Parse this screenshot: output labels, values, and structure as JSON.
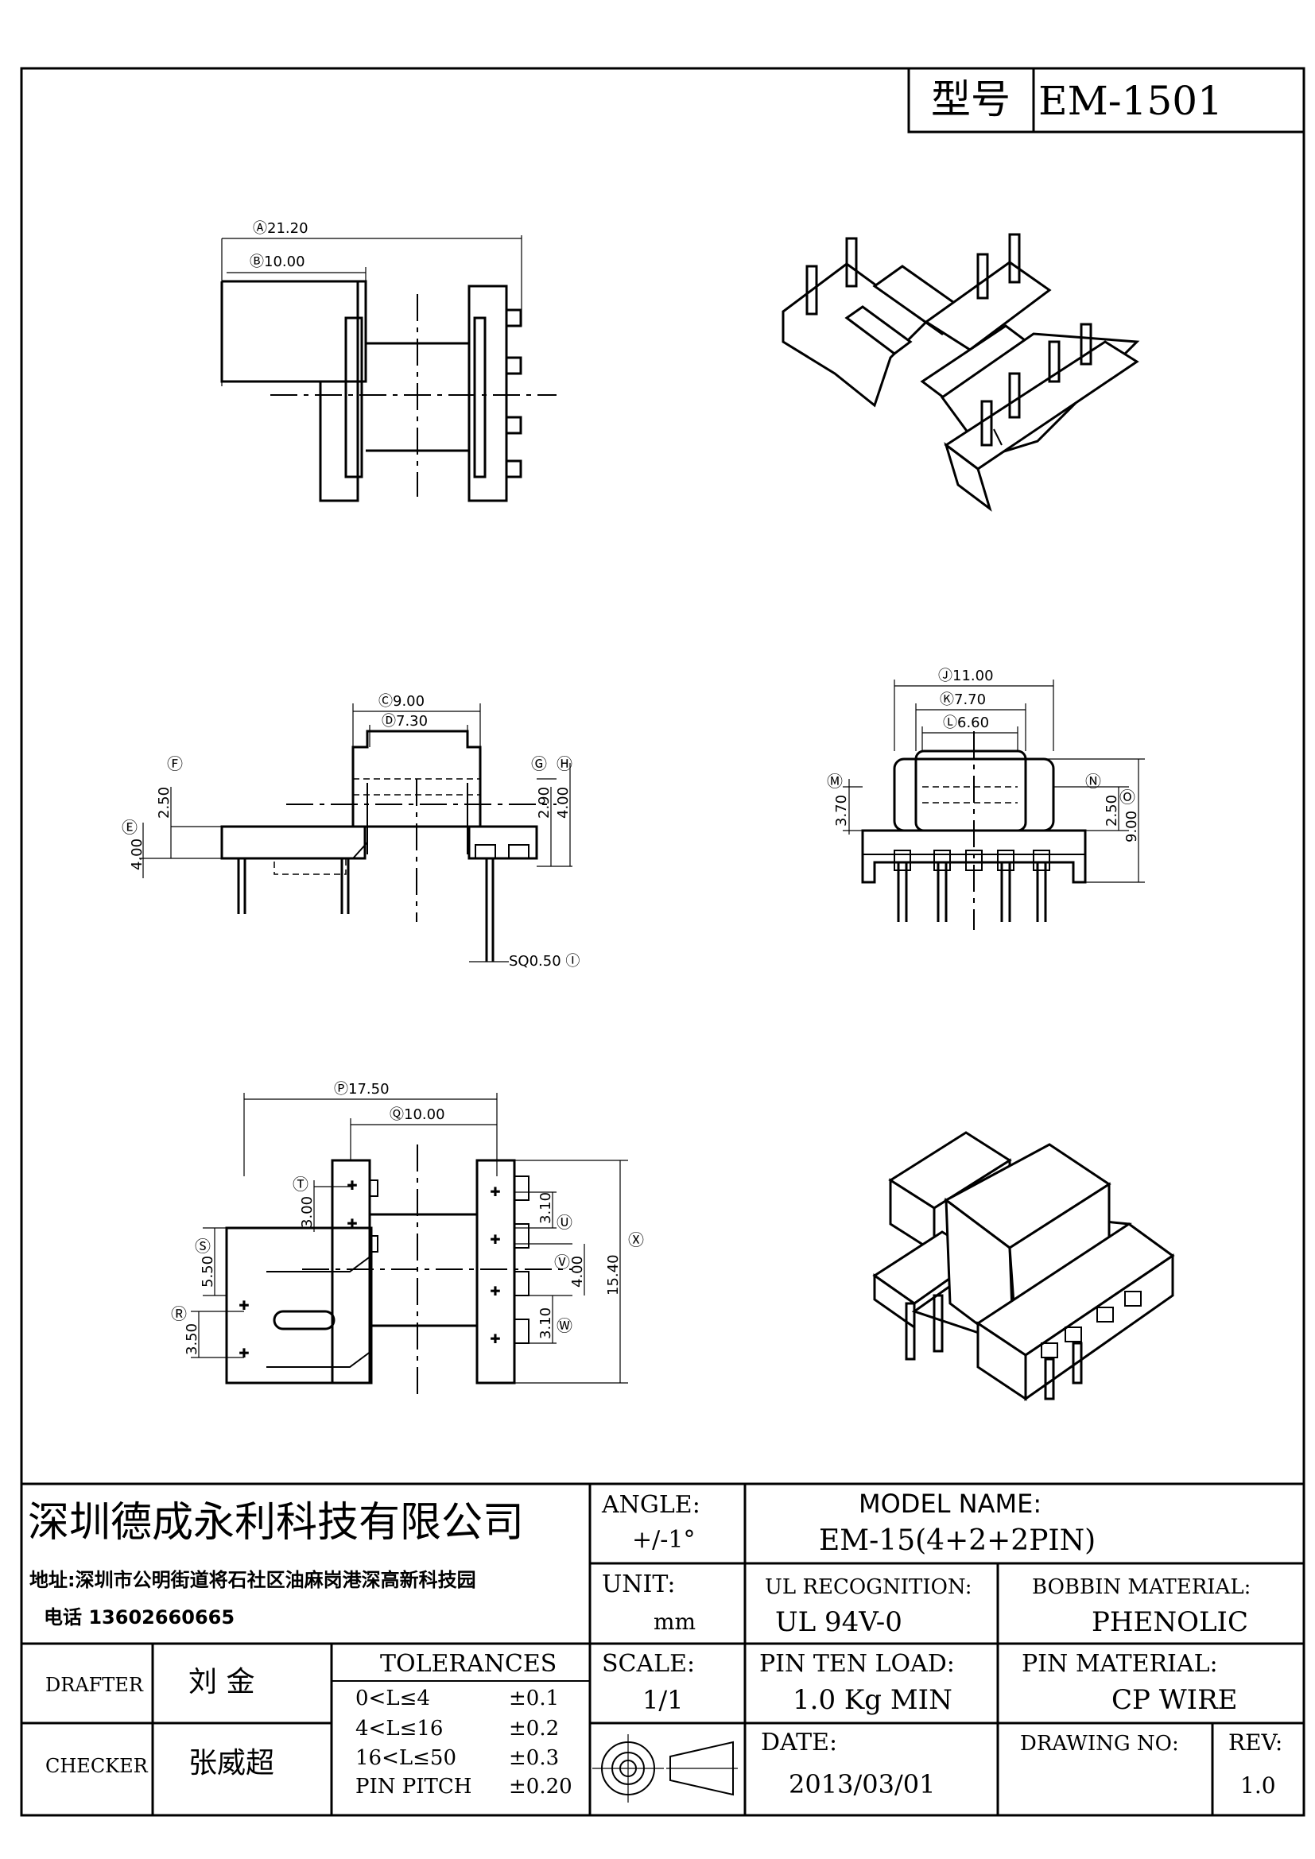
{
  "header": {
    "model_label": "型号",
    "model_value": "EM-1501"
  },
  "dims": {
    "a": "Ⓐ21.20",
    "b": "Ⓑ10.00",
    "c": "Ⓒ9.00",
    "d": "Ⓓ7.30",
    "e": "Ⓔ",
    "e_val": "4.00",
    "f": "Ⓕ",
    "f_val": "2.50",
    "g": "Ⓖ",
    "g_val": "2.90",
    "h": "Ⓗ",
    "h_val": "4.00",
    "i": "SQ0.50 Ⓘ",
    "j": "Ⓙ11.00",
    "k": "Ⓚ7.70",
    "l": "Ⓛ6.60",
    "m": "Ⓜ",
    "m_val": "3.70",
    "n": "Ⓝ",
    "n_val": "2.50",
    "o": "Ⓞ",
    "o_val": "9.00",
    "p": "Ⓟ17.50",
    "q": "Ⓠ10.00",
    "r": "Ⓡ",
    "r_val": "3.50",
    "s": "Ⓢ",
    "s_val": "5.50",
    "t": "Ⓣ",
    "t_val": "3.00",
    "u": "Ⓤ",
    "u_val": "3.10",
    "v": "Ⓥ",
    "v_val": "4.00",
    "w": "Ⓦ",
    "w_val": "3.10",
    "x": "Ⓧ",
    "x_val": "15.40"
  },
  "title_block": {
    "company": "深圳德成永利科技有限公司",
    "address": "地址:深圳市公明街道将石社区油麻岗港深高新科技园",
    "phone": "电话 13602660665",
    "angle_label": "ANGLE:",
    "angle_value": "+/-1°",
    "model_name_label": "MODEL NAME:",
    "model_name_value": "EM-15(4+2+2PIN)",
    "unit_label": "UNIT:",
    "unit_value": "mm",
    "ul_label": "UL RECOGNITION:",
    "ul_value": "UL 94V-0",
    "bobbin_label": "BOBBIN MATERIAL:",
    "bobbin_value": "PHENOLIC",
    "drafter_label": "DRAFTER",
    "drafter_value": "刘  金",
    "checker_label": "CHECKER",
    "checker_value": "张威超",
    "tolerances_label": "TOLERANCES",
    "tolerances": [
      {
        "range": "0<L≤4",
        "tol": "±0.1"
      },
      {
        "range": "4<L≤16",
        "tol": "±0.2"
      },
      {
        "range": "16<L≤50",
        "tol": "±0.3"
      },
      {
        "range": "PIN PITCH",
        "tol": "±0.20"
      }
    ],
    "scale_label": "SCALE:",
    "scale_value": "1/1",
    "pin_load_label": "PIN TEN LOAD:",
    "pin_load_value": "1.0 Kg MIN",
    "pin_material_label": "PIN MATERIAL:",
    "pin_material_value": "CP WIRE",
    "date_label": "DATE:",
    "date_value": "2013/03/01",
    "drawing_no_label": "DRAWING NO:",
    "drawing_no_value": "",
    "rev_label": "REV:",
    "rev_value": "1.0"
  }
}
